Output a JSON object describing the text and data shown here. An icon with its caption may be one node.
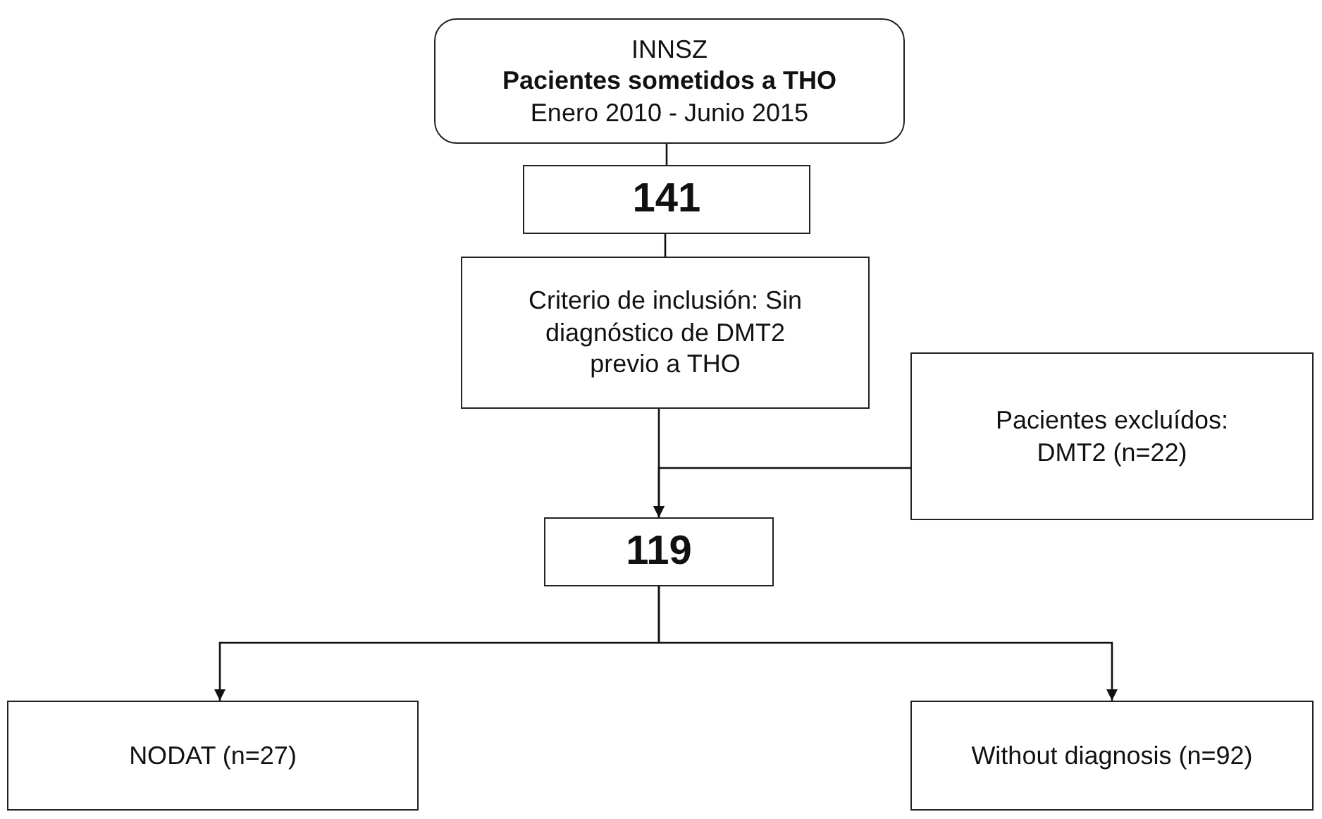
{
  "diagram": {
    "nodes": [
      {
        "text": [
          "INNSZ",
          "Pacientes sometidos a THO",
          "Enero 2010 - Junio 2015"
        ]
      },
      {
        "text": [
          "141"
        ]
      },
      {
        "text": [
          "Criterio de inclusión: Sin diagnóstico de DMT2 previo a THO"
        ]
      },
      {
        "text": [
          "Pacientes excluídos: DMT2 (n=22)"
        ]
      },
      {
        "text": [
          "119"
        ]
      },
      {
        "text": [
          "NODAT (n=27)"
        ]
      },
      {
        "text": [
          "Without diagnosis (n=92)"
        ]
      }
    ],
    "edges": [
      {
        "from": 0,
        "to": 1,
        "arrow": "none"
      },
      {
        "from": 1,
        "to": 2,
        "arrow": "none"
      },
      {
        "from": 2,
        "to": 4,
        "arrow": "to"
      },
      {
        "from": 3,
        "to": 4,
        "arrow": "to"
      },
      {
        "from": 4,
        "to": 5,
        "arrow": "to"
      },
      {
        "from": 4,
        "to": 6,
        "arrow": "to"
      }
    ]
  }
}
